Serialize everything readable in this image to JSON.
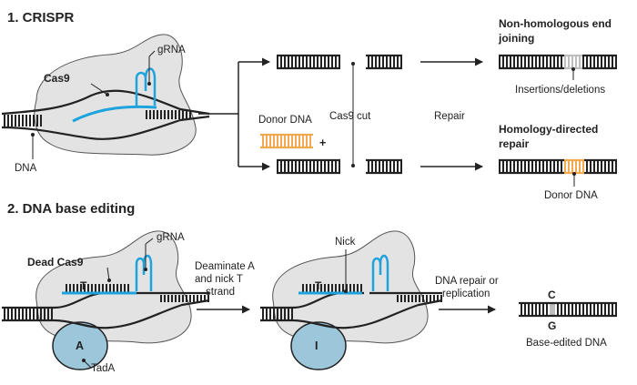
{
  "sections": {
    "crispr": {
      "title": "1. CRISPR",
      "cas9": "Cas9",
      "grna": "gRNA",
      "dna": "DNA",
      "donor_dna": "Donor DNA",
      "plus": "+",
      "cas9_cut": "Cas9 cut",
      "repair": "Repair",
      "nhej_line1": "Non-homologous end",
      "nhej_line2": "joining",
      "indels": "Insertions/deletions",
      "hdr_line1": "Homology-directed",
      "hdr_line2": "repair",
      "donor_dna_result": "Donor DNA"
    },
    "base_editing": {
      "title": "2. DNA base editing",
      "dead_cas9": "Dead Cas9",
      "grna": "gRNA",
      "base_t_1": "T",
      "base_a": "A",
      "tada": "TadA",
      "step1_line1": "Deaminate A",
      "step1_line2": "and nick T",
      "step1_line3": "strand",
      "nick": "Nick",
      "base_t_2": "T",
      "base_i": "I",
      "step2_line1": "DNA repair or",
      "step2_line2": "replication",
      "base_c": "C",
      "base_g": "G",
      "result": "Base-edited DNA"
    }
  },
  "colors": {
    "cas9_fill": "#e3e3e3",
    "grna": "#1fa3dc",
    "donor": "#f2a94f",
    "tada_fill": "#9cc6da",
    "edit_gray": "#bdbdbd",
    "ink": "#222222"
  }
}
